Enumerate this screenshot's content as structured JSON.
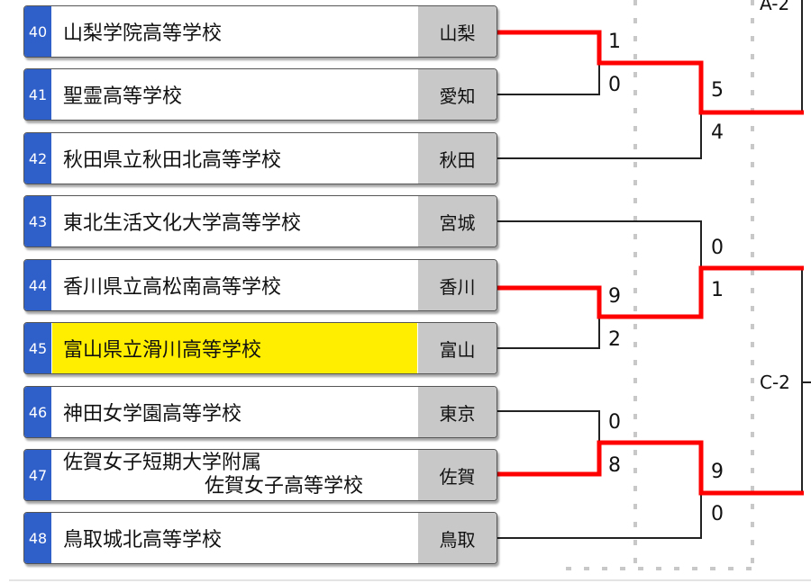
{
  "teams": [
    {
      "num": "40",
      "name": "山梨学院高等学校",
      "pref": "山梨"
    },
    {
      "num": "41",
      "name": "聖霊高等学校",
      "pref": "愛知"
    },
    {
      "num": "42",
      "name": "秋田県立秋田北高等学校",
      "pref": "秋田"
    },
    {
      "num": "43",
      "name": "東北生活文化大学高等学校",
      "pref": "宮城"
    },
    {
      "num": "44",
      "name": "香川県立高松南高等学校",
      "pref": "香川"
    },
    {
      "num": "45",
      "name": "富山県立滑川高等学校",
      "pref": "富山"
    },
    {
      "num": "46",
      "name": "神田女学園高等学校",
      "pref": "東京"
    },
    {
      "num": "47",
      "name": "佐賀女子短期大学附属",
      "name_line2": "佐賀女子高等学校",
      "pref": "佐賀"
    },
    {
      "num": "48",
      "name": "鳥取城北高等学校",
      "pref": "鳥取"
    }
  ],
  "scores": {
    "m1": [
      "1",
      "0"
    ],
    "m2": [
      "5",
      "4"
    ],
    "m3": [
      "9",
      "2"
    ],
    "m4": [
      "0",
      "1"
    ],
    "m5": [
      "0",
      "8"
    ],
    "m6": [
      "9",
      "0"
    ]
  },
  "labels": {
    "top": "A-2",
    "block": "C-2"
  },
  "colors": {
    "winner": "#ff0000",
    "highlight": "#ffee00",
    "number": "#2f5fc9"
  }
}
